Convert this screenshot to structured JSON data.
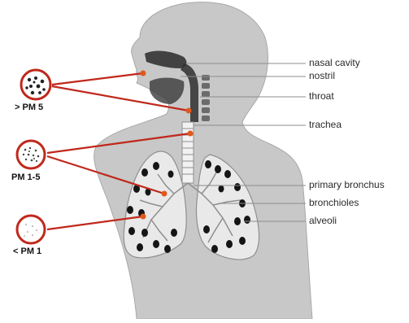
{
  "labels": {
    "nasal_cavity": "nasal cavity",
    "nostril": "nostril",
    "throat": "throat",
    "trachea": "trachea",
    "primary_bronchus": "primary bronchus",
    "bronchioles": "bronchioles",
    "alveoli": "alveoli"
  },
  "particle_sizes": {
    "large": "> PM 5",
    "medium": "PM 1-5",
    "small": "< PM 1"
  },
  "colors": {
    "body": "#c8c8c8",
    "body_outline": "#a9a9a9",
    "lung": "#e9e9e9",
    "lung_outline": "#8f8f8f",
    "alveoli": "#151515",
    "particle_path": "#c0281b",
    "particle_dot": "#e0591c",
    "leader_line": "#8c8c8c"
  }
}
